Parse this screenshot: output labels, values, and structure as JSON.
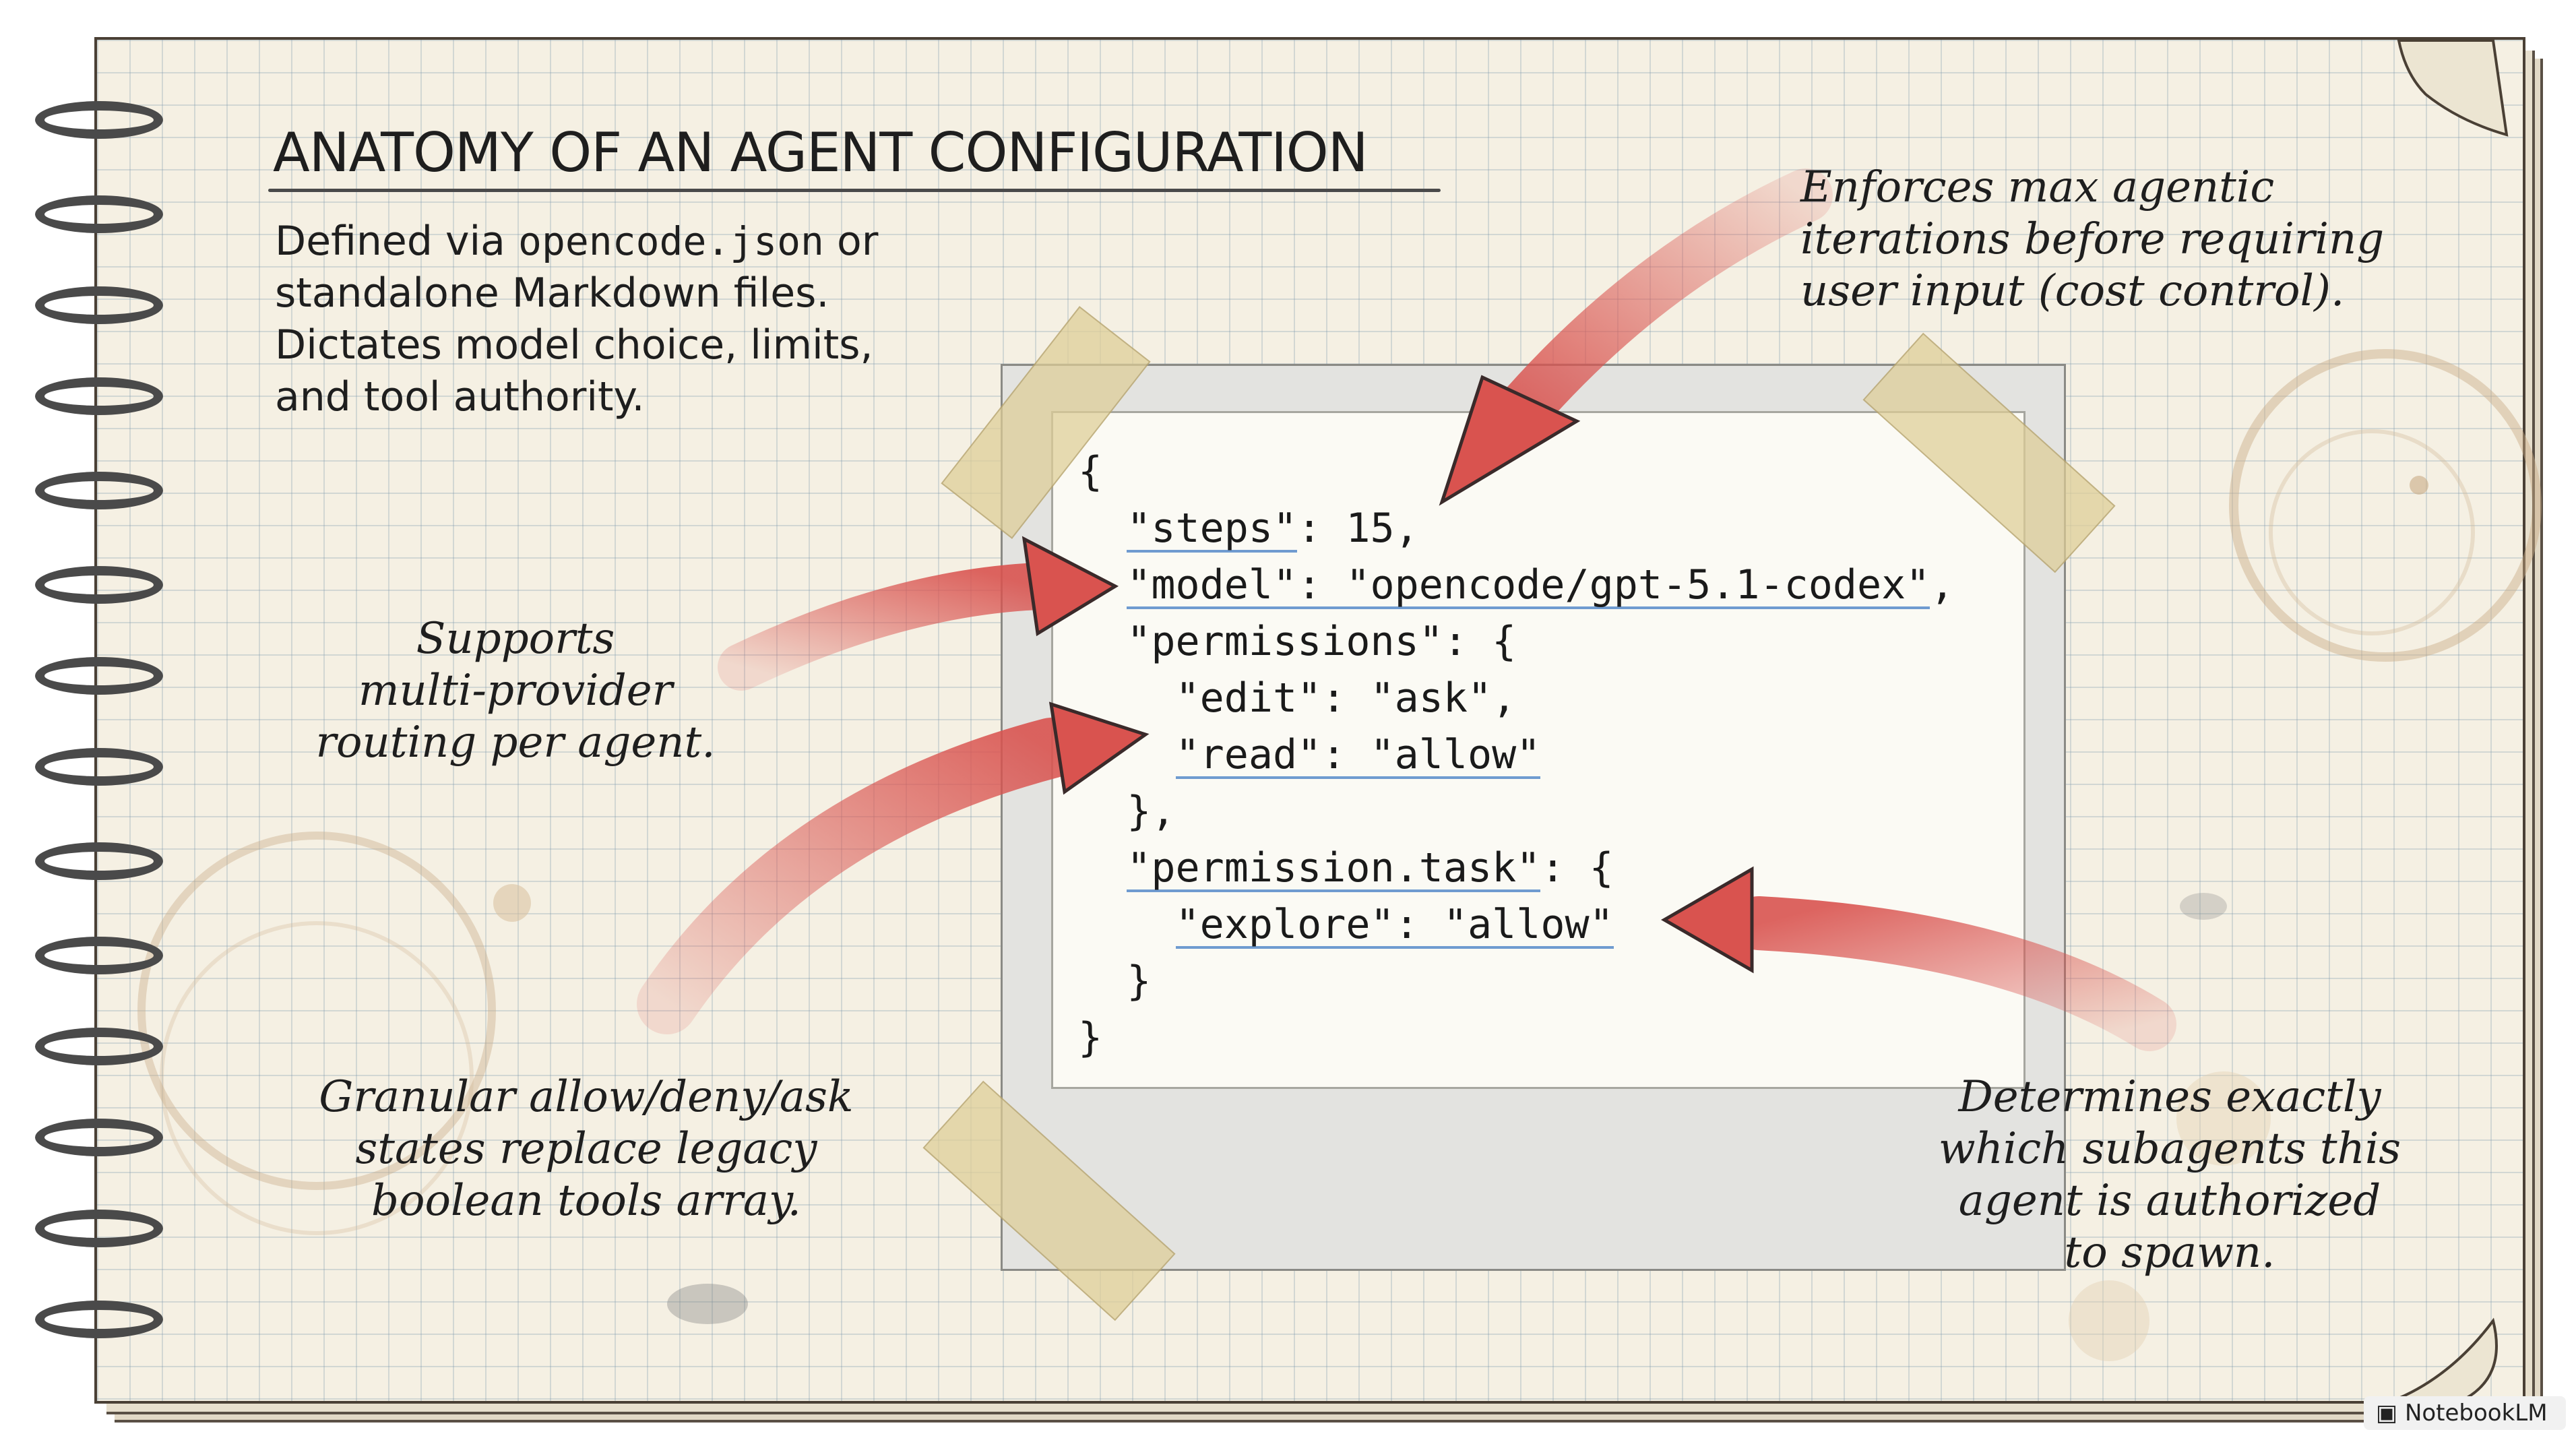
{
  "title": "ANATOMY OF AN AGENT CONFIGURATION",
  "intro": {
    "part1": "Defined via ",
    "code": "opencode.json",
    "part2": " or standalone Markdown files. Dictates model choice, limits, and tool authority."
  },
  "annotations": {
    "steps": [
      "Enforces max agentic",
      "iterations before requiring",
      "user input (cost control)."
    ],
    "model": [
      "Supports",
      "multi-provider",
      "routing per agent."
    ],
    "permissions": [
      "Granular allow/deny/ask",
      "states replace legacy",
      "boolean tools array."
    ],
    "task": [
      "Determines exactly",
      "which subagents this",
      "agent is authorized",
      "to spawn."
    ]
  },
  "code": {
    "open_brace": "{",
    "steps_key": "\"steps\"",
    "steps_rest": ": 15,",
    "model_key": "\"model\": \"opencode/gpt-5.1-codex\"",
    "model_rest": ",",
    "permissions_line": "\"permissions\": {",
    "edit_line": "\"edit\": \"ask\",",
    "read_key": "\"read\": \"allow\"",
    "perm_close": "},",
    "task_key": "\"permission.task\"",
    "task_rest": ": {",
    "explore_key": "\"explore\": \"allow\"",
    "task_close": "}",
    "close_brace": "}"
  },
  "logo": "NotebookLM",
  "colors": {
    "arrow": "#d9534f",
    "underline": "#6f9bd0",
    "paper": "#f5f0e3",
    "ink": "#1e1e1e"
  }
}
